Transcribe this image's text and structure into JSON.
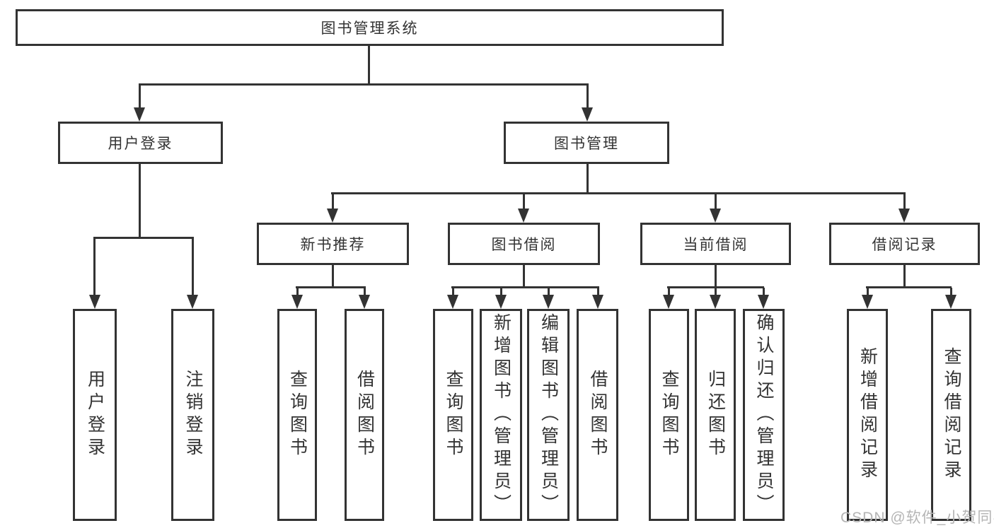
{
  "diagram_title": "图书管理系统",
  "tree": {
    "root": {
      "label": "图书管理系统"
    },
    "branches": [
      {
        "label": "用户登录",
        "leaves": [
          {
            "label": "用户登录"
          },
          {
            "label": "注销登录"
          }
        ]
      },
      {
        "label": "图书管理",
        "groups": [
          {
            "label": "新书推荐",
            "leaves": [
              {
                "label": "查询图书"
              },
              {
                "label": "借阅图书"
              }
            ]
          },
          {
            "label": "图书借阅",
            "leaves": [
              {
                "label": "查询图书"
              },
              {
                "label": "新增图书（管理员）"
              },
              {
                "label": "编辑图书（管理员）"
              },
              {
                "label": "借阅图书"
              }
            ]
          },
          {
            "label": "当前借阅",
            "leaves": [
              {
                "label": "查询图书"
              },
              {
                "label": "归还图书"
              },
              {
                "label": "确认归还（管理员）"
              }
            ]
          },
          {
            "label": "借阅记录",
            "leaves": [
              {
                "label": "新增借阅记录"
              },
              {
                "label": "查询借阅记录"
              }
            ]
          }
        ]
      }
    ]
  },
  "watermark": "CSDN @软件_小贺同学",
  "colors": {
    "line": "#333333",
    "text": "#333333",
    "box_background": "#ffffff",
    "page_background": "#ffffff",
    "watermark": "#b5b5b5"
  }
}
